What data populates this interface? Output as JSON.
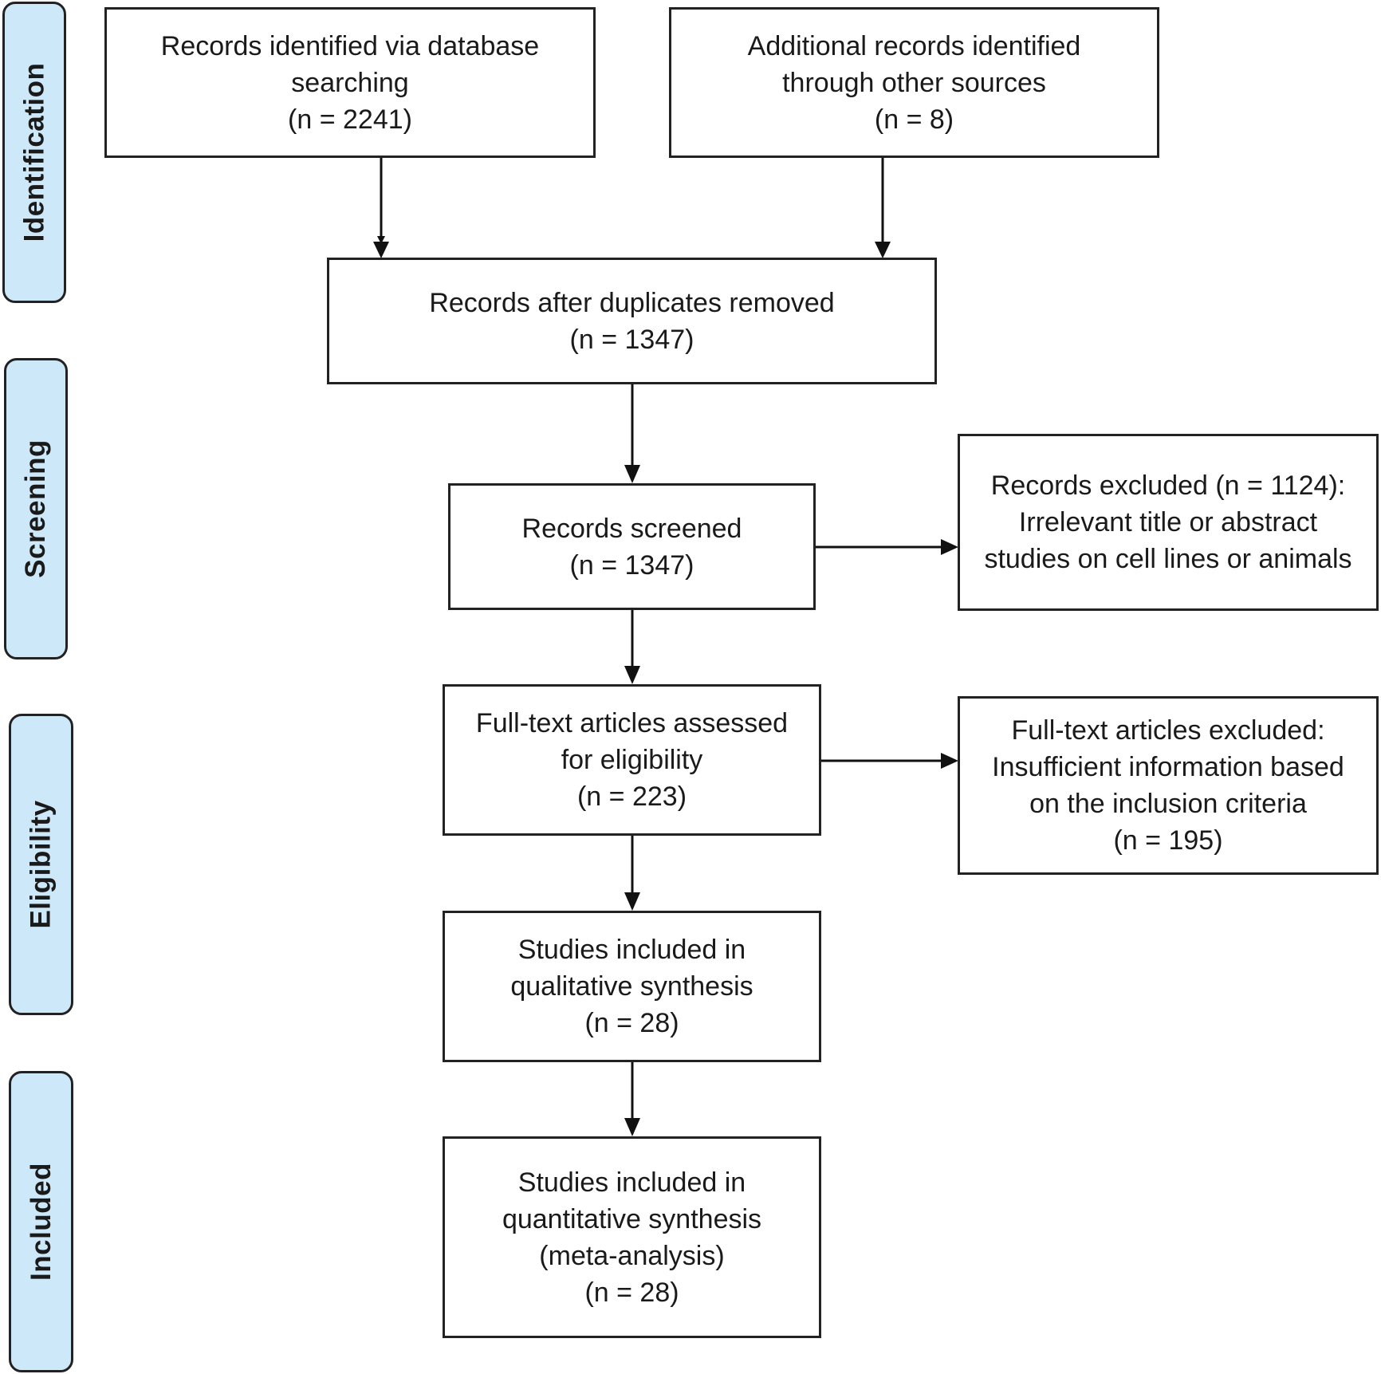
{
  "stages": {
    "identification": "Identification",
    "screening": "Screening",
    "eligibility": "Eligibility",
    "included": "Included"
  },
  "boxes": {
    "database_records": {
      "line1": "Records identified via database",
      "line2": "searching",
      "line3": "(n = 2241)"
    },
    "other_sources": {
      "line1": "Additional records identified",
      "line2": "through other sources",
      "line3": "(n = 8)"
    },
    "after_duplicates": {
      "line1": "Records after duplicates removed",
      "line2": "(n = 1347)"
    },
    "screened": {
      "line1": "Records screened",
      "line2": "(n = 1347)"
    },
    "excluded_records": {
      "line1": "Records excluded (n = 1124):",
      "line2": "Irrelevant title or abstract",
      "line3": "studies on cell lines or animals"
    },
    "fulltext_assessed": {
      "line1": "Full-text articles assessed",
      "line2": "for eligibility",
      "line3": "(n = 223)"
    },
    "fulltext_excluded": {
      "line1": "Full-text articles excluded:",
      "line2": "Insufficient information based",
      "line3": "on the inclusion criteria",
      "line4": "(n = 195)"
    },
    "qualitative": {
      "line1": "Studies included in",
      "line2": "qualitative synthesis",
      "line3": "(n = 28)"
    },
    "quantitative": {
      "line1": "Studies included in",
      "line2": "quantitative synthesis",
      "line3": "(meta-analysis)",
      "line4": "(n = 28)"
    }
  }
}
